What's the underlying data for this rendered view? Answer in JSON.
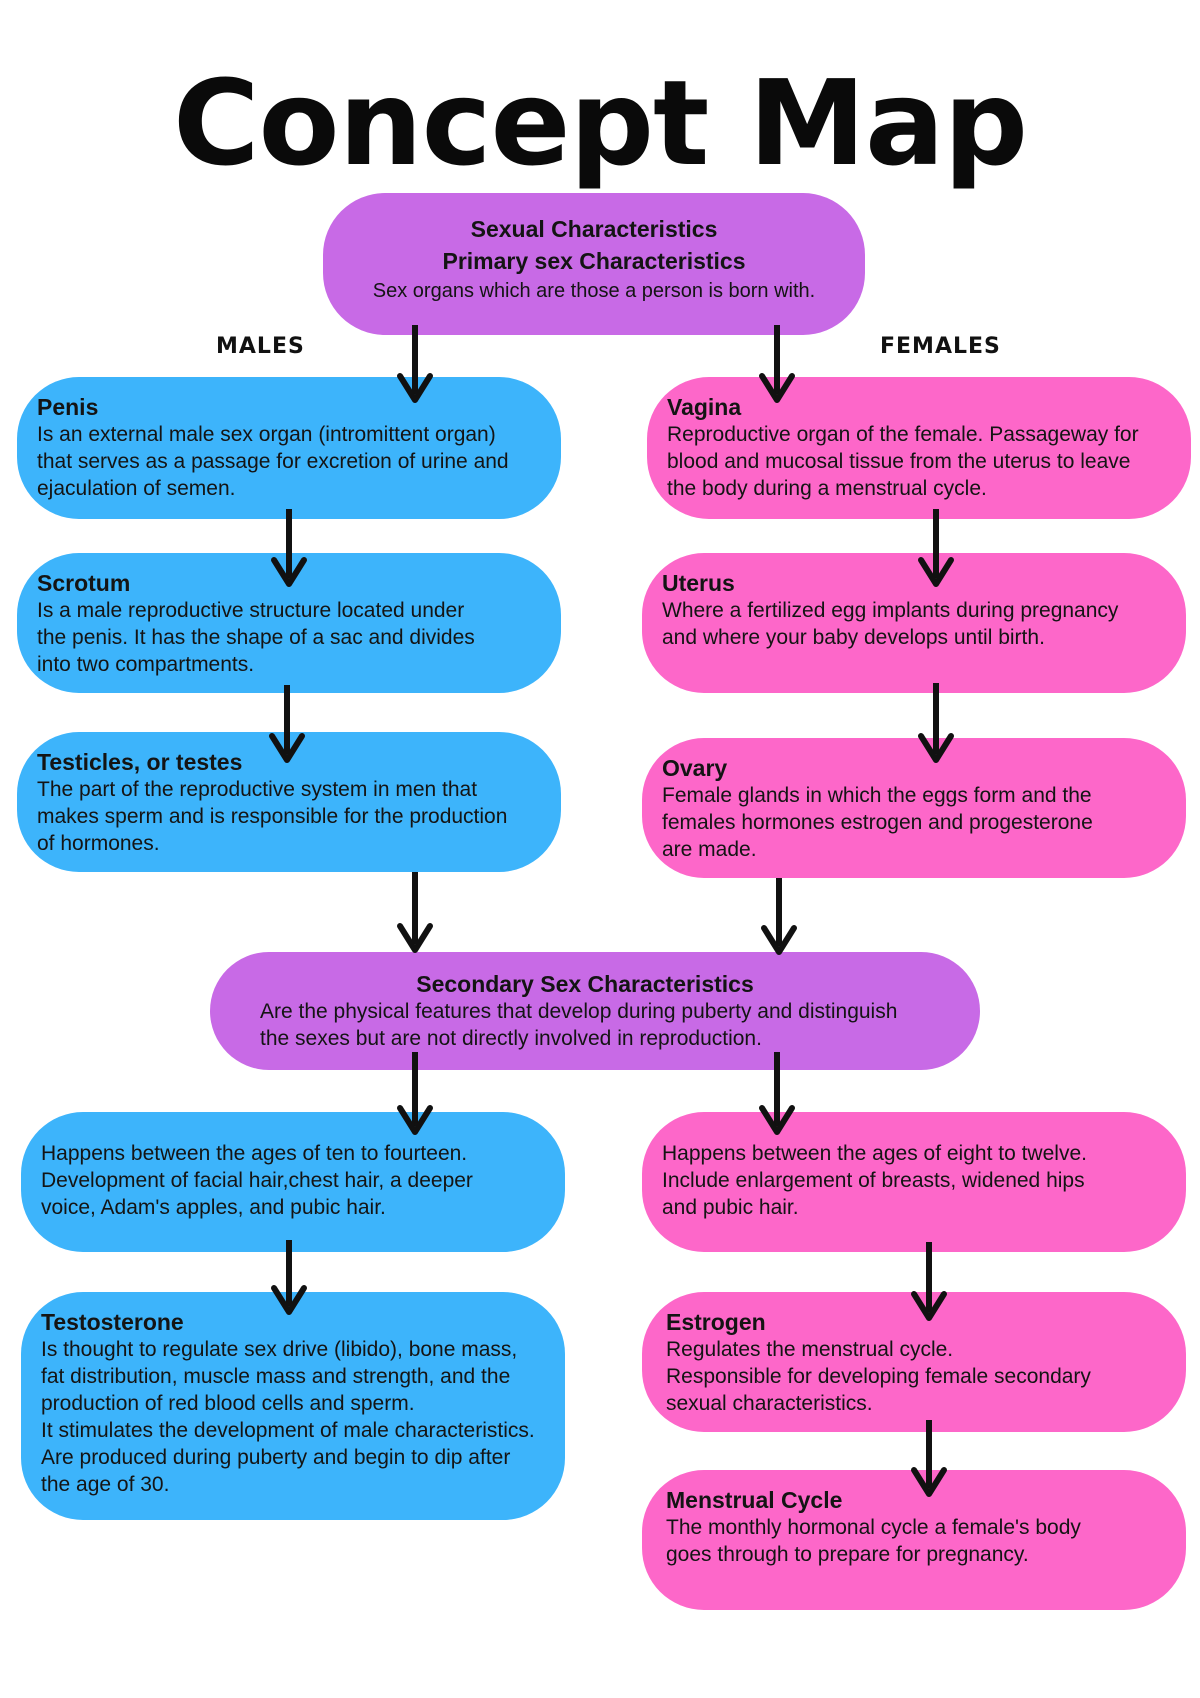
{
  "title": "Concept Map",
  "labels": {
    "males": "MALES",
    "females": "FEMALES"
  },
  "primary": {
    "line1": "Sexual Characteristics",
    "line2": "Primary sex Characteristics",
    "text": "Sex organs which are those a person is born with."
  },
  "males": {
    "penis": {
      "title": "Penis",
      "text": "Is an external male sex organ (intromittent organ)\nthat serves as a passage for excretion of urine and\nejaculation of semen."
    },
    "scrotum": {
      "title": "Scrotum",
      "text": "Is a male reproductive structure located under\nthe penis. It has the shape of a sac and divides\ninto two compartments."
    },
    "testes": {
      "title": "Testicles, or testes",
      "text": "The part of the reproductive system in men that\nmakes sperm and is responsible for the production\nof hormones."
    },
    "puberty": {
      "text": "Happens between the ages of ten to fourteen.\nDevelopment of facial hair,chest hair, a deeper\nvoice, Adam's apples, and pubic hair."
    },
    "testosterone": {
      "title": "Testosterone",
      "text": "Is thought to regulate sex drive (libido), bone mass,\nfat distribution, muscle mass and strength, and the\nproduction of red blood cells and sperm.\nIt stimulates the development of male characteristics.\nAre produced during puberty and begin to dip after\nthe age of 30."
    }
  },
  "females": {
    "vagina": {
      "title": "Vagina",
      "text": "Reproductive organ of the female. Passageway for\nblood and mucosal tissue from the uterus to leave\nthe body during a   menstrual cycle."
    },
    "uterus": {
      "title": "Uterus",
      "text": "Where a fertilized egg implants during pregnancy\nand where your baby develops until birth."
    },
    "ovary": {
      "title": "Ovary",
      "text": "Female glands in which the eggs form and the\nfemales hormones estrogen and  progesterone\nare made."
    },
    "puberty": {
      "text": "Happens between the ages of eight to twelve.\nInclude enlargement of breasts, widened hips\nand pubic hair."
    },
    "estrogen": {
      "title": "Estrogen",
      "text": "Regulates the menstrual cycle.\nResponsible for developing female secondary\nsexual characteristics."
    },
    "menstrual": {
      "title": "Menstrual Cycle",
      "text": "The monthly hormonal cycle a female's body\ngoes through to prepare for pregnancy."
    }
  },
  "secondary": {
    "title": "Secondary Sex Characteristics",
    "text": "Are the physical features that develop during puberty and distinguish\nthe sexes but are not directly involved in reproduction."
  },
  "colors": {
    "purple": "#c86ae6",
    "blue": "#3db4fb",
    "pink": "#fd67c9",
    "arrow": "#111111"
  }
}
